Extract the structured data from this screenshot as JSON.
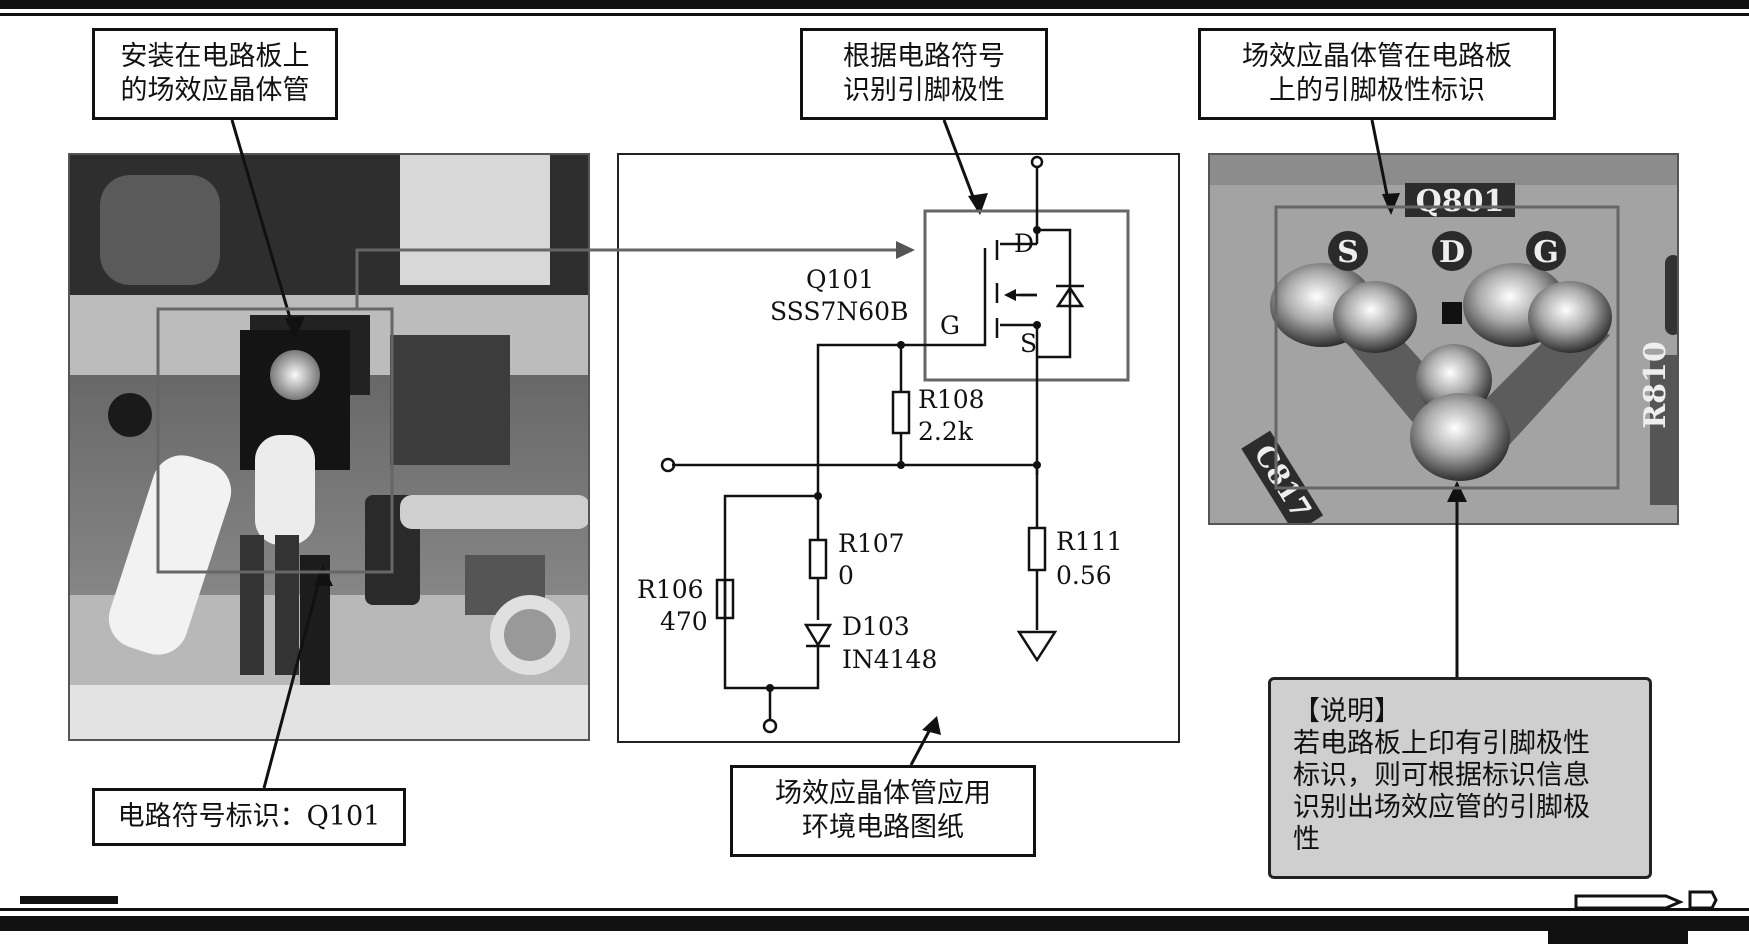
{
  "callouts": {
    "installed": [
      "安装在电路板上",
      "的场效应晶体管"
    ],
    "identify_symbol": [
      "根据电路符号",
      "识别引脚极性"
    ],
    "board_marking": [
      "场效应晶体管在电路板",
      "上的引脚极性标识"
    ],
    "symbol_label": "电路符号标识：Q101",
    "circuit_drawing": [
      "场效应晶体管应用",
      "环境电路图纸"
    ]
  },
  "schematic": {
    "transistor_ref": "Q101",
    "transistor_model": "SSS7N60B",
    "pin_g": "G",
    "pin_d": "D",
    "pin_s": "S",
    "r108_ref": "R108",
    "r108_val": "2.2k",
    "r107_ref": "R107",
    "r107_val": "0",
    "r106_ref": "R106",
    "r106_val": "470",
    "d103_ref": "D103",
    "d103_val": "IN4148",
    "r111_ref": "R111",
    "r111_val": "0.56"
  },
  "pcb_photo": {
    "part_label": "Q801",
    "pin_s": "S",
    "pin_d": "D",
    "pin_g": "G",
    "cap_label": "C817",
    "res_label": "R810"
  },
  "note": {
    "title": "【说明】",
    "lines": [
      "若电路板上印有引脚极性",
      "标识，则可根据标识信息",
      "识别出场效应管的引脚极",
      "性"
    ]
  }
}
